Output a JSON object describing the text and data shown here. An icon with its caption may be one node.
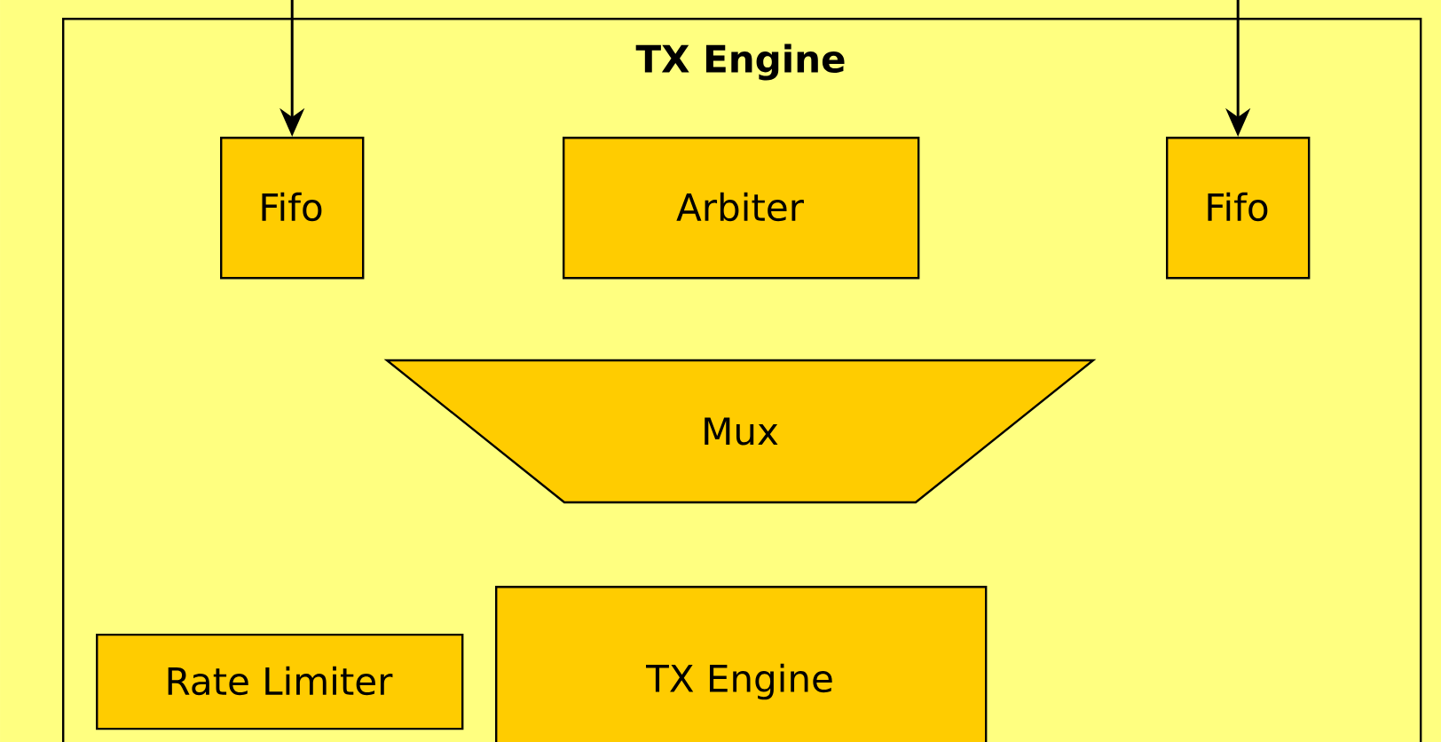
{
  "diagram": {
    "nodes": [
      {
        "text": [
          "TX Engine"
        ]
      },
      {
        "text": [
          "Fifo"
        ],
        "in": 0
      },
      {
        "text": [
          "Arbiter"
        ],
        "in": 0
      },
      {
        "text": [
          "Fifo"
        ],
        "in": 0
      },
      {
        "text": [
          "Mux"
        ],
        "in": 0
      },
      {
        "text": [
          "Rate Limiter"
        ],
        "in": 0
      },
      {
        "text": [
          "TX Engine"
        ],
        "in": 0
      }
    ],
    "edges": [
      {
        "from": null,
        "to": 1,
        "arrow": "to"
      },
      {
        "from": null,
        "to": 3,
        "arrow": "to"
      }
    ]
  }
}
